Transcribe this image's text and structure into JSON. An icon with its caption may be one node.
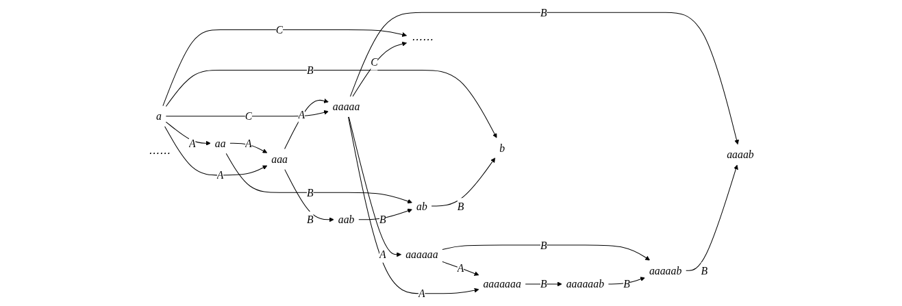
{
  "diagram": {
    "nodes": [
      {
        "text": [
          "a"
        ]
      },
      {
        "text": [
          "aa"
        ]
      },
      {
        "text": [
          "aaa"
        ]
      },
      {
        "text": [
          "aaaaa"
        ]
      },
      {
        "text": [
          "aaaaaa"
        ]
      },
      {
        "text": [
          "aaaaaaa"
        ]
      },
      {
        "text": [
          "⋯⋯"
        ]
      },
      {
        "text": [
          "b"
        ]
      },
      {
        "text": [
          "ab"
        ]
      },
      {
        "text": [
          "aab"
        ]
      },
      {
        "text": [
          "aaaab"
        ]
      },
      {
        "text": [
          "aaaaab"
        ]
      },
      {
        "text": [
          "aaaaaab"
        ]
      },
      {
        "text": [
          "⋯⋯"
        ]
      }
    ],
    "edges": [
      {
        "from": 0,
        "to": 1,
        "arrow": "to",
        "label": "A"
      },
      {
        "from": 1,
        "to": 2,
        "arrow": "to",
        "label": "A"
      },
      {
        "from": 2,
        "to": 3,
        "arrow": "to",
        "label": "A"
      },
      {
        "from": 3,
        "to": 4,
        "arrow": "to",
        "label": "A"
      },
      {
        "from": 4,
        "to": 5,
        "arrow": "to",
        "label": "A"
      },
      {
        "from": 0,
        "to": 2,
        "arrow": "to",
        "label": "A"
      },
      {
        "from": 0,
        "to": 3,
        "arrow": "to",
        "label": "C"
      },
      {
        "from": 0,
        "to": 6,
        "arrow": "to",
        "label": "C"
      },
      {
        "from": 3,
        "to": 5,
        "arrow": "to",
        "label": "A"
      },
      {
        "from": 3,
        "to": 6,
        "arrow": "to",
        "label": "C"
      },
      {
        "from": 0,
        "to": 7,
        "arrow": "to",
        "label": "B"
      },
      {
        "from": 1,
        "to": 8,
        "arrow": "to",
        "label": "B"
      },
      {
        "from": 2,
        "to": 9,
        "arrow": "to",
        "label": "B"
      },
      {
        "from": 3,
        "to": 10,
        "arrow": "to",
        "label": "B"
      },
      {
        "from": 4,
        "to": 11,
        "arrow": "to",
        "label": "B"
      },
      {
        "from": 5,
        "to": 12,
        "arrow": "to",
        "label": "B"
      },
      {
        "from": 8,
        "to": 7,
        "arrow": "to",
        "label": "B"
      },
      {
        "from": 9,
        "to": 8,
        "arrow": "to",
        "label": "B"
      },
      {
        "from": 11,
        "to": 10,
        "arrow": "to",
        "label": "B"
      },
      {
        "from": 12,
        "to": 11,
        "arrow": "to",
        "label": "B"
      }
    ]
  }
}
